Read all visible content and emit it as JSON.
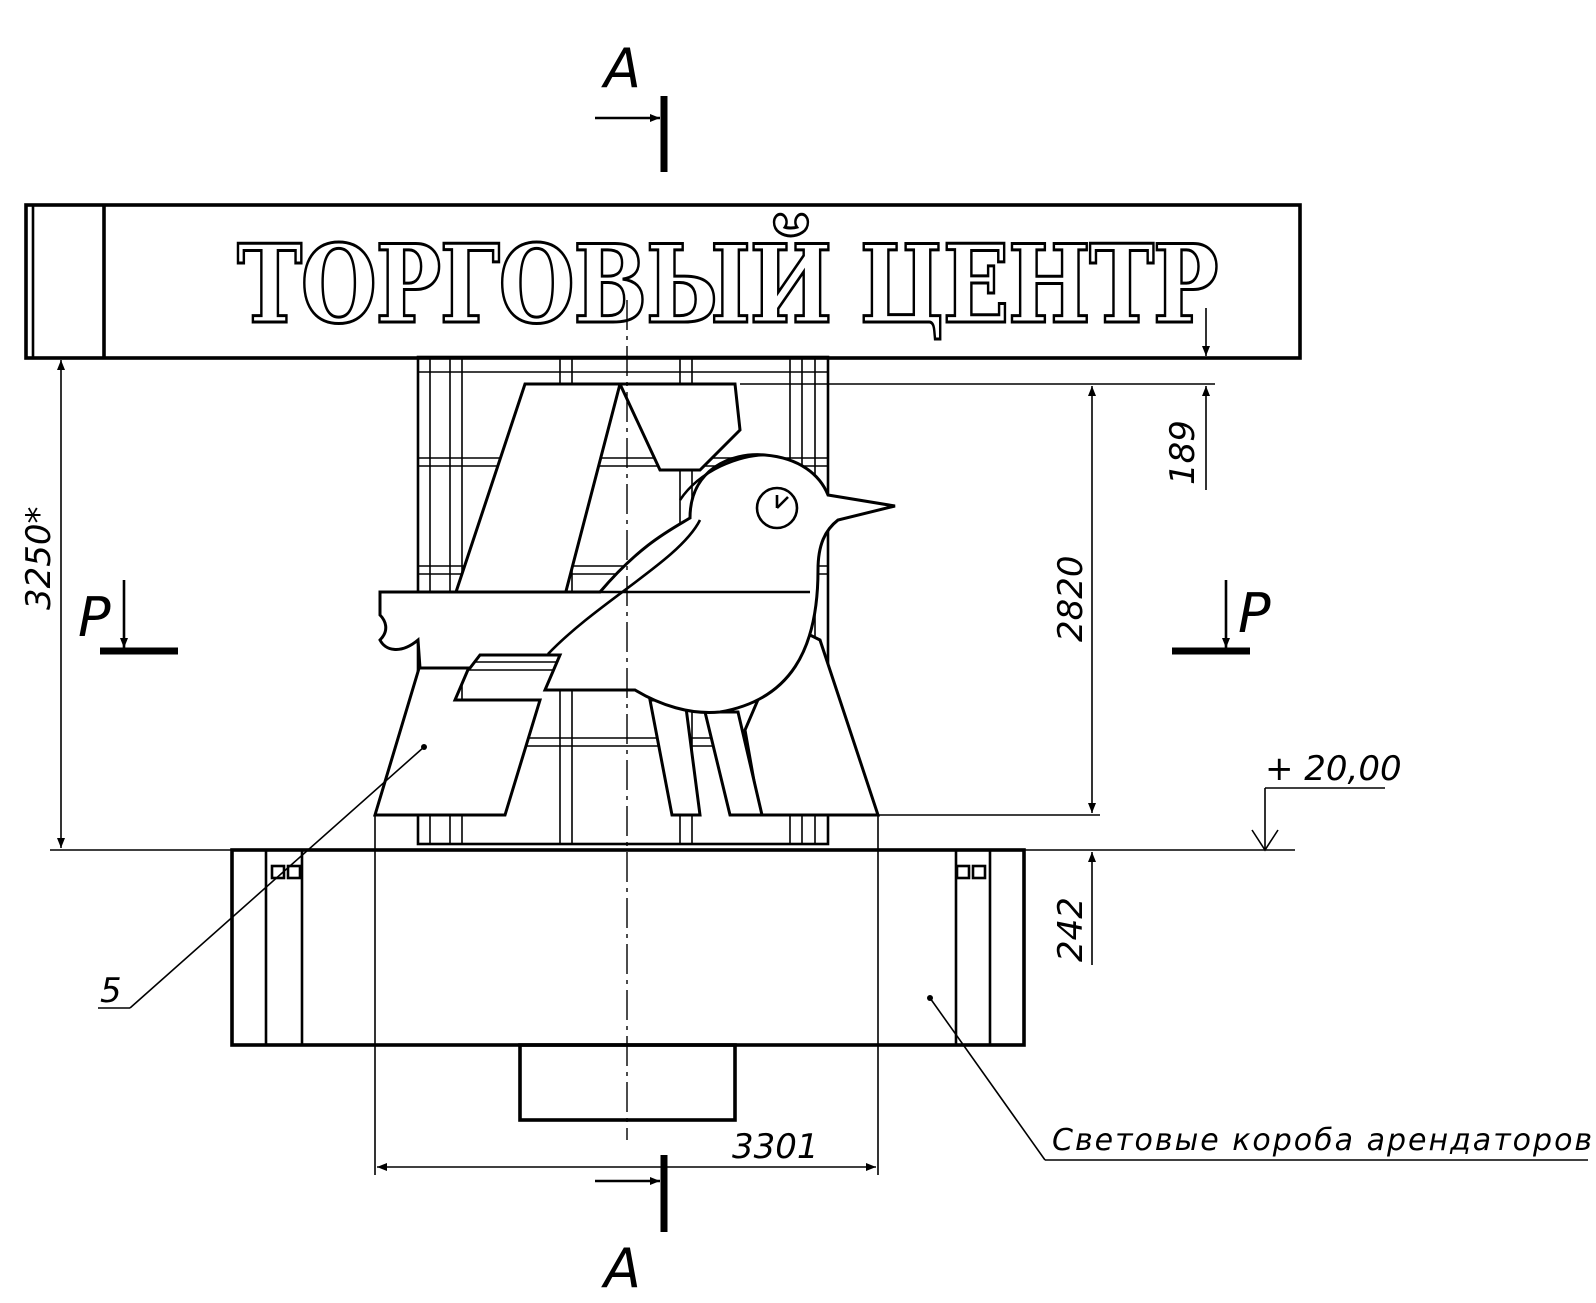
{
  "sign_text": "ТОРГОВЫЙ ЦЕНТР",
  "section_a_label": "А",
  "section_p_label": "Р",
  "dimensions": {
    "total_height": "3250*",
    "logo_height": "2820",
    "top_gap": "189",
    "base_height": "242",
    "logo_width": "3301"
  },
  "level_mark": "+ 20,00",
  "callouts": {
    "item_5": "5",
    "tenant_boxes": "Световые короба арендаторов"
  }
}
